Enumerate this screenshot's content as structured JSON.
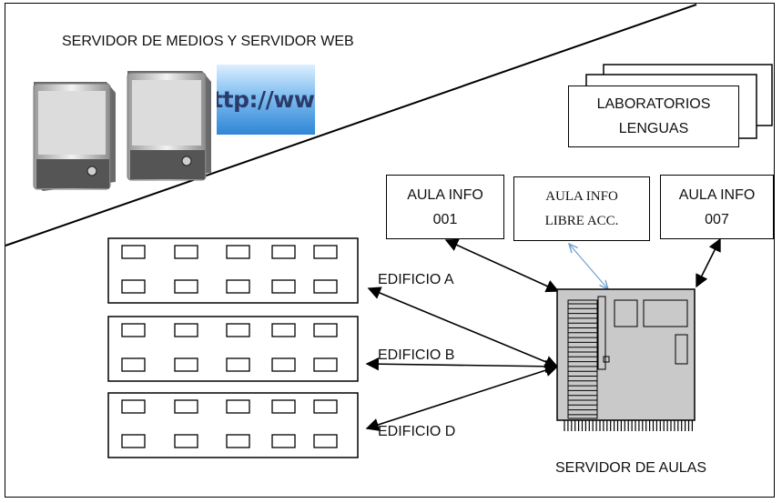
{
  "top_section": {
    "title": "SERVIDOR DE MEDIOS Y SERVIDOR WEB",
    "http_logo": "http://www",
    "labs": [
      "LABORATORIOS",
      "LENGUAS"
    ]
  },
  "aulas": {
    "info_001": [
      "AULA INFO",
      "001"
    ],
    "libre": [
      "AULA INFO",
      "LIBRE ACC."
    ],
    "info_007": [
      "AULA INFO",
      "007"
    ]
  },
  "buildings": {
    "a": "EDIFICIO A",
    "b": "EDIFICIO B",
    "d": "EDIFICIO D"
  },
  "server": {
    "label": "SERVIDOR DE AULAS"
  },
  "colors": {
    "libre_arrow": "#6f9fd0",
    "server_fill": "#c9c9c9"
  }
}
